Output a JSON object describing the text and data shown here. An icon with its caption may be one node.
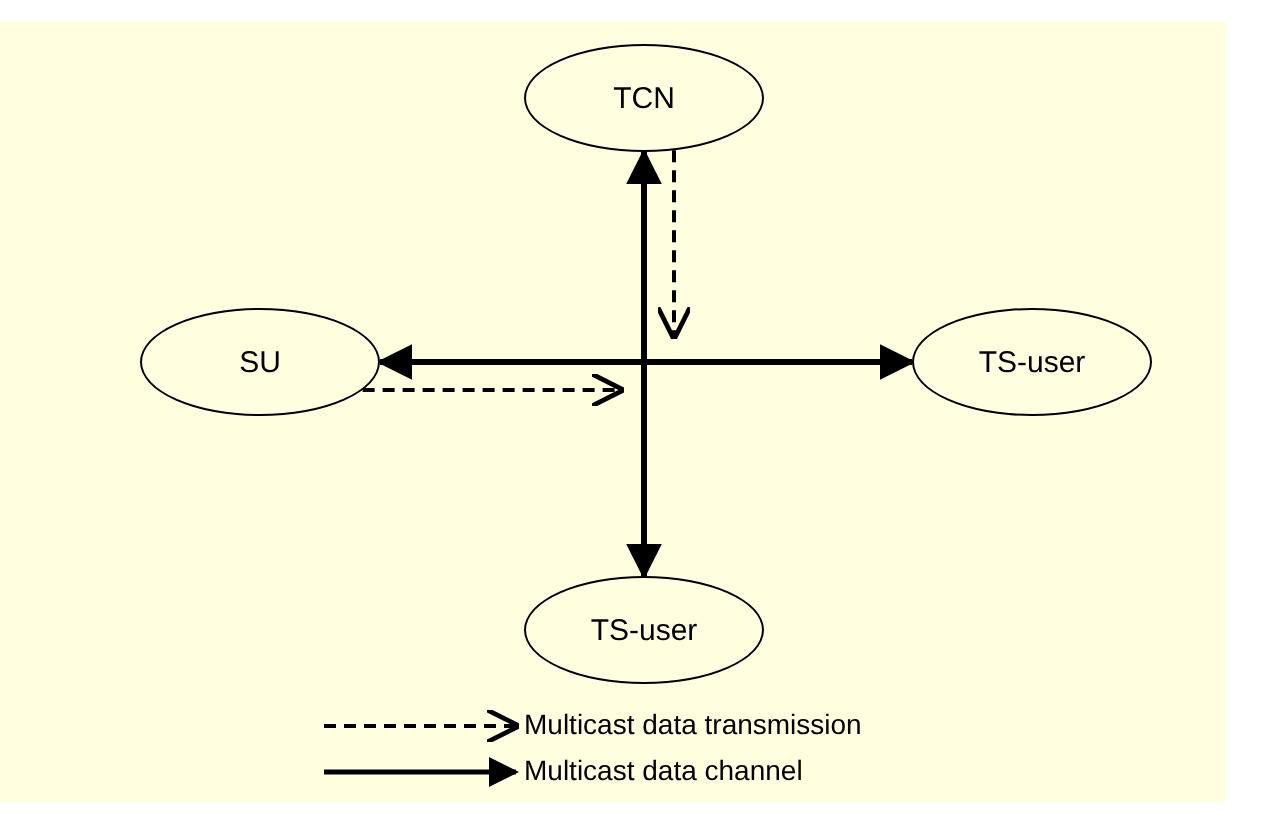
{
  "diagram": {
    "nodes": [
      {
        "text": [
          "TCN"
        ]
      },
      {
        "text": [
          "SU"
        ]
      },
      {
        "text": [
          "TS-user"
        ]
      },
      {
        "text": [
          "TS-user"
        ]
      }
    ],
    "edges": [
      {
        "from": 0,
        "to": 3,
        "arrow": "both"
      },
      {
        "from": 1,
        "to": 2,
        "arrow": "both"
      },
      {
        "from": 0,
        "to": null,
        "arrow": "to",
        "style": "dashed"
      },
      {
        "from": 1,
        "to": null,
        "arrow": "to",
        "style": "dashed"
      }
    ],
    "legend": [
      {
        "text": "Multicast data transmission"
      },
      {
        "text": "Multicast data channel"
      }
    ]
  }
}
